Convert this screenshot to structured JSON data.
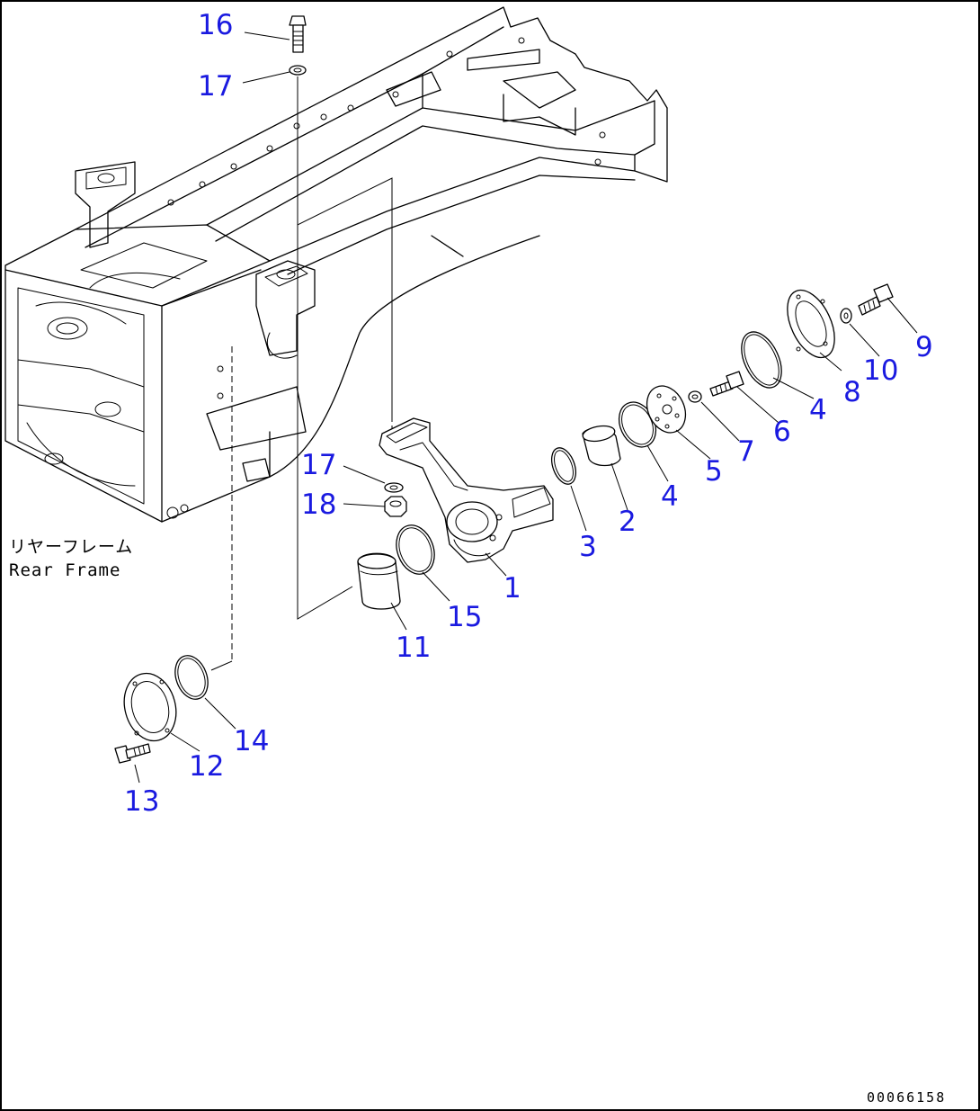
{
  "caption": {
    "jp": "リヤーフレーム",
    "en": "Rear Frame"
  },
  "drawing_code": "00066158",
  "callouts": [
    {
      "id": "c16",
      "label": "16"
    },
    {
      "id": "c17a",
      "label": "17"
    },
    {
      "id": "c9",
      "label": "9"
    },
    {
      "id": "c10",
      "label": "10"
    },
    {
      "id": "c8",
      "label": "8"
    },
    {
      "id": "c4a",
      "label": "4"
    },
    {
      "id": "c6",
      "label": "6"
    },
    {
      "id": "c7",
      "label": "7"
    },
    {
      "id": "c5",
      "label": "5"
    },
    {
      "id": "c4b",
      "label": "4"
    },
    {
      "id": "c2",
      "label": "2"
    },
    {
      "id": "c3",
      "label": "3"
    },
    {
      "id": "c17b",
      "label": "17"
    },
    {
      "id": "c18",
      "label": "18"
    },
    {
      "id": "c1",
      "label": "1"
    },
    {
      "id": "c15",
      "label": "15"
    },
    {
      "id": "c11",
      "label": "11"
    },
    {
      "id": "c14",
      "label": "14"
    },
    {
      "id": "c12",
      "label": "12"
    },
    {
      "id": "c13",
      "label": "13"
    }
  ]
}
